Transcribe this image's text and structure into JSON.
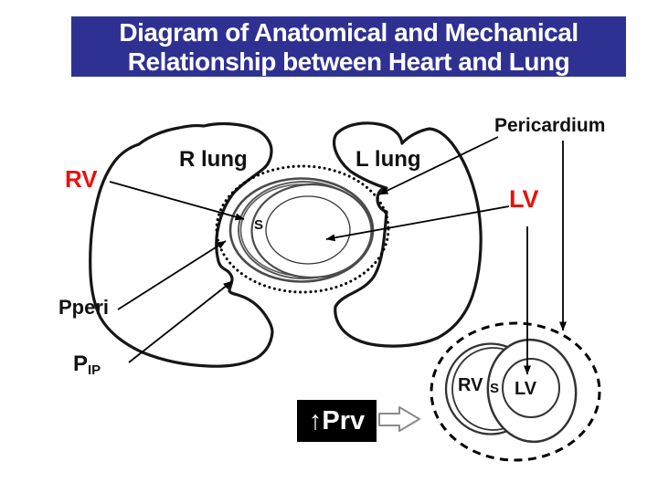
{
  "title": {
    "line1": "Diagram of Anatomical and Mechanical",
    "line2": "Relationship between Heart and Lung"
  },
  "colors": {
    "title_bg": "#2e3192",
    "title_fg": "#ffffff",
    "label_red": "#e8110d",
    "ink": "#111111"
  },
  "main_diagram": {
    "labels": {
      "pericardium": "Pericardium",
      "r_lung": "R lung",
      "l_lung": "L lung",
      "rv": "RV",
      "lv": "LV",
      "p_peri": "Pperi",
      "p_ip_base": "P",
      "p_ip_sub": "IP",
      "septum": "S"
    }
  },
  "inset_diagram": {
    "labels": {
      "rv": "RV",
      "septum": "S",
      "lv": "LV"
    }
  },
  "prv_box": {
    "label": "↑Prv"
  }
}
